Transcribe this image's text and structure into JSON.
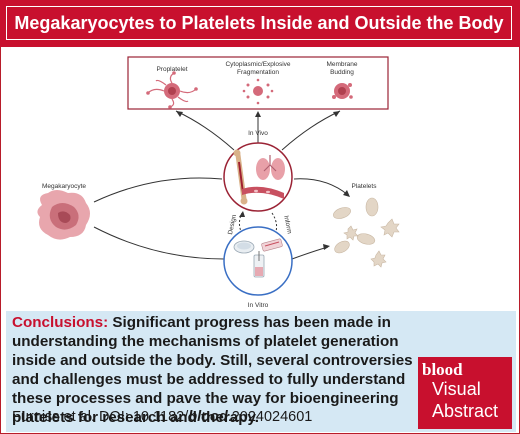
{
  "title": "Megakaryocytes to Platelets Inside and Outside the Body",
  "diagram": {
    "mechanisms": [
      "Proplatelet",
      "Cytoplasmic/Explosive",
      "Fragmentation",
      "Membrane",
      "Budding"
    ],
    "in_vivo": "In Vivo",
    "in_vitro": "In Vitro",
    "megakaryocyte": "Megakaryocyte",
    "platelets": "Platelets",
    "design": "Design",
    "inform": "Inform"
  },
  "conclusions": {
    "heading": "Conclusions:",
    "text": " Significant progress has been made in understanding the mechanisms of platelet generation inside and outside the body. Still, several controversies and challenges must be addressed to fully understand these processes and pave the way for bioengineering platelets for research and therapy."
  },
  "citation": {
    "prefix": "Furniss et al. DOI: 10.1182/",
    "journal": "blood",
    "suffix": ".2024024601"
  },
  "badge": {
    "brand": "blood",
    "line1": "Visual",
    "line2": "Abstract"
  },
  "colors": {
    "brand_red": "#c8102e",
    "conclusion_bg": "#d5e8f4"
  }
}
